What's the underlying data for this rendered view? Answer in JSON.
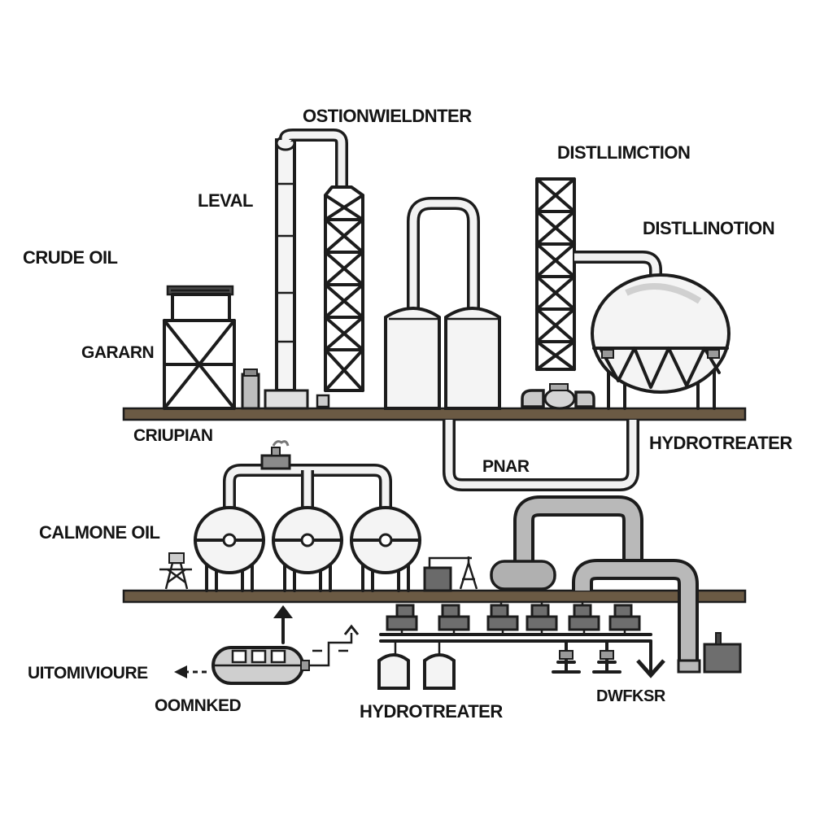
{
  "labels": {
    "top_center": "OSTIONWIELDNTER",
    "distillation_1": "DISTLLIMCTION",
    "distillation_2": "DISTLLINOTION",
    "level": "LEVAL",
    "crude_oil": "CRUDE OIL",
    "garann": "GARARN",
    "criupian": "CRIUPIAN",
    "hydrotreater_right": "HYDROTREATER",
    "pnar": "PNAR",
    "calmone_oil": "CALMONE OIL",
    "utomivioure": "UITOMIVIOURE",
    "commkeed": "OOMNKED",
    "hydrotreater_bottom": "HYDROTREATER",
    "dwfkr": "DWFKSR"
  },
  "colors": {
    "line": "#1c1c1c",
    "tank_fill": "#f4f4f4",
    "pipe_grey": "#b9b9b9",
    "floor_brown": "#6b5a44"
  }
}
